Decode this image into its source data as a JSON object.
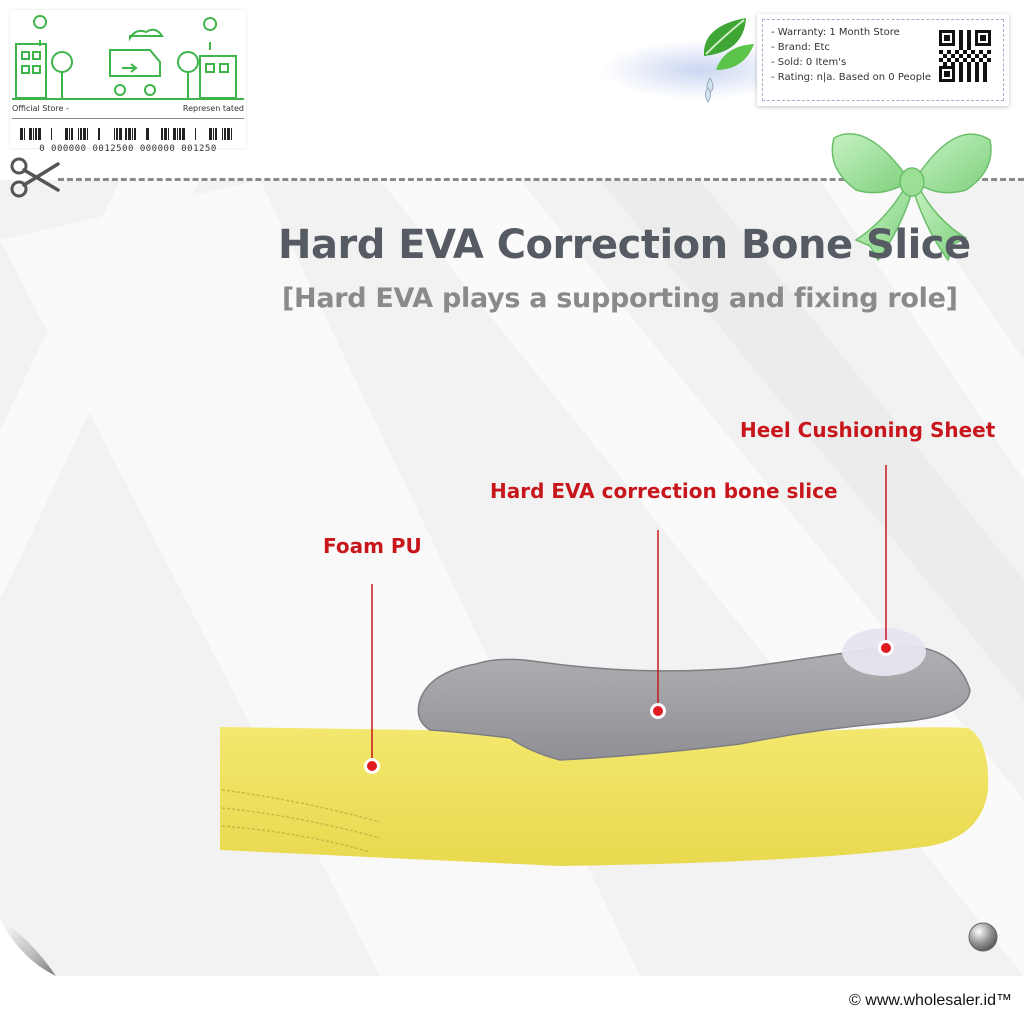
{
  "store_badge": {
    "left_label": "Official Store -",
    "right_label": "Represen tated",
    "barcode_number": "0 000000 0012500 000000 001250"
  },
  "info_card": {
    "lines": [
      "- Warranty: 1 Month Store",
      "- Brand: Etc",
      "- Sold: 0 Item's",
      "- Rating: n|a. Based on 0 People"
    ]
  },
  "product": {
    "title": "Hard EVA Correction Bone Slice",
    "subtitle": "[Hard EVA plays a supporting and fixing role]",
    "callouts": {
      "heel": "Heel Cushioning Sheet",
      "eva": "Hard EVA correction bone slice",
      "foam": "Foam PU"
    }
  },
  "colors": {
    "accent_red": "#c8171c",
    "insole_yellow": "#f1e56a",
    "eva_gray": "#9b9ba0",
    "store_green": "#3db54a"
  },
  "icons": [
    "scissors-icon",
    "leaf-icon",
    "qr-code-icon",
    "ribbon-bow-icon",
    "page-curl-icon",
    "metal-button-icon"
  ],
  "footer": {
    "copyright": "© www.wholesaler.id™"
  }
}
